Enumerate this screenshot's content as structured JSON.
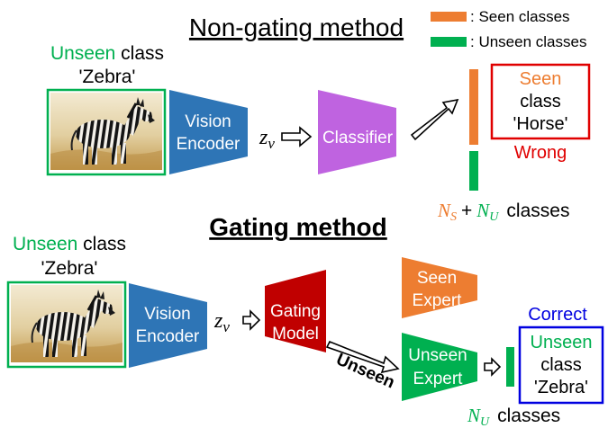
{
  "colors": {
    "seen": "#ED7D31",
    "unseen": "#00B050",
    "encoder": "#2E75B6",
    "classifier": "#BF63E0",
    "gating": "#C00000",
    "wrong": "#E00000",
    "correct": "#0000E0",
    "zebra_sky": "#E8DCC0",
    "zebra_grass": "#C9A25A"
  },
  "legend": {
    "seen": ": Seen classes",
    "unseen": ": Unseen classes"
  },
  "top": {
    "title": "Non-gating method",
    "input_label": {
      "highlight": "Unseen",
      "rest": " class",
      "name": "'Zebra'"
    },
    "encoder": {
      "line1": "Vision",
      "line2": "Encoder"
    },
    "feature": {
      "z": "z",
      "sub": "v"
    },
    "classifier": "Classifier",
    "prediction": {
      "line1": "Seen",
      "line2": "class",
      "line3": "'Horse'"
    },
    "verdict": "Wrong",
    "count": {
      "ns": "N",
      "ns_sub": "S",
      "plus": "+",
      "nu": "N",
      "nu_sub": "U",
      "suffix": "classes"
    }
  },
  "bottom": {
    "title": "Gating method",
    "input_label": {
      "highlight": "Unseen",
      "rest": " class",
      "name": "'Zebra'"
    },
    "encoder": {
      "line1": "Vision",
      "line2": "Encoder"
    },
    "feature": {
      "z": "z",
      "sub": "v"
    },
    "gating": {
      "line1": "Gating",
      "line2": "Model"
    },
    "route": "Unseen",
    "seen_expert": {
      "line1": "Seen",
      "line2": "Expert"
    },
    "unseen_expert": {
      "line1": "Unseen",
      "line2": "Expert"
    },
    "verdict": "Correct",
    "prediction": {
      "line1": "Unseen",
      "line2": "class",
      "line3": "'Zebra'"
    },
    "count": {
      "nu": "N",
      "nu_sub": "U",
      "suffix": "classes"
    }
  }
}
